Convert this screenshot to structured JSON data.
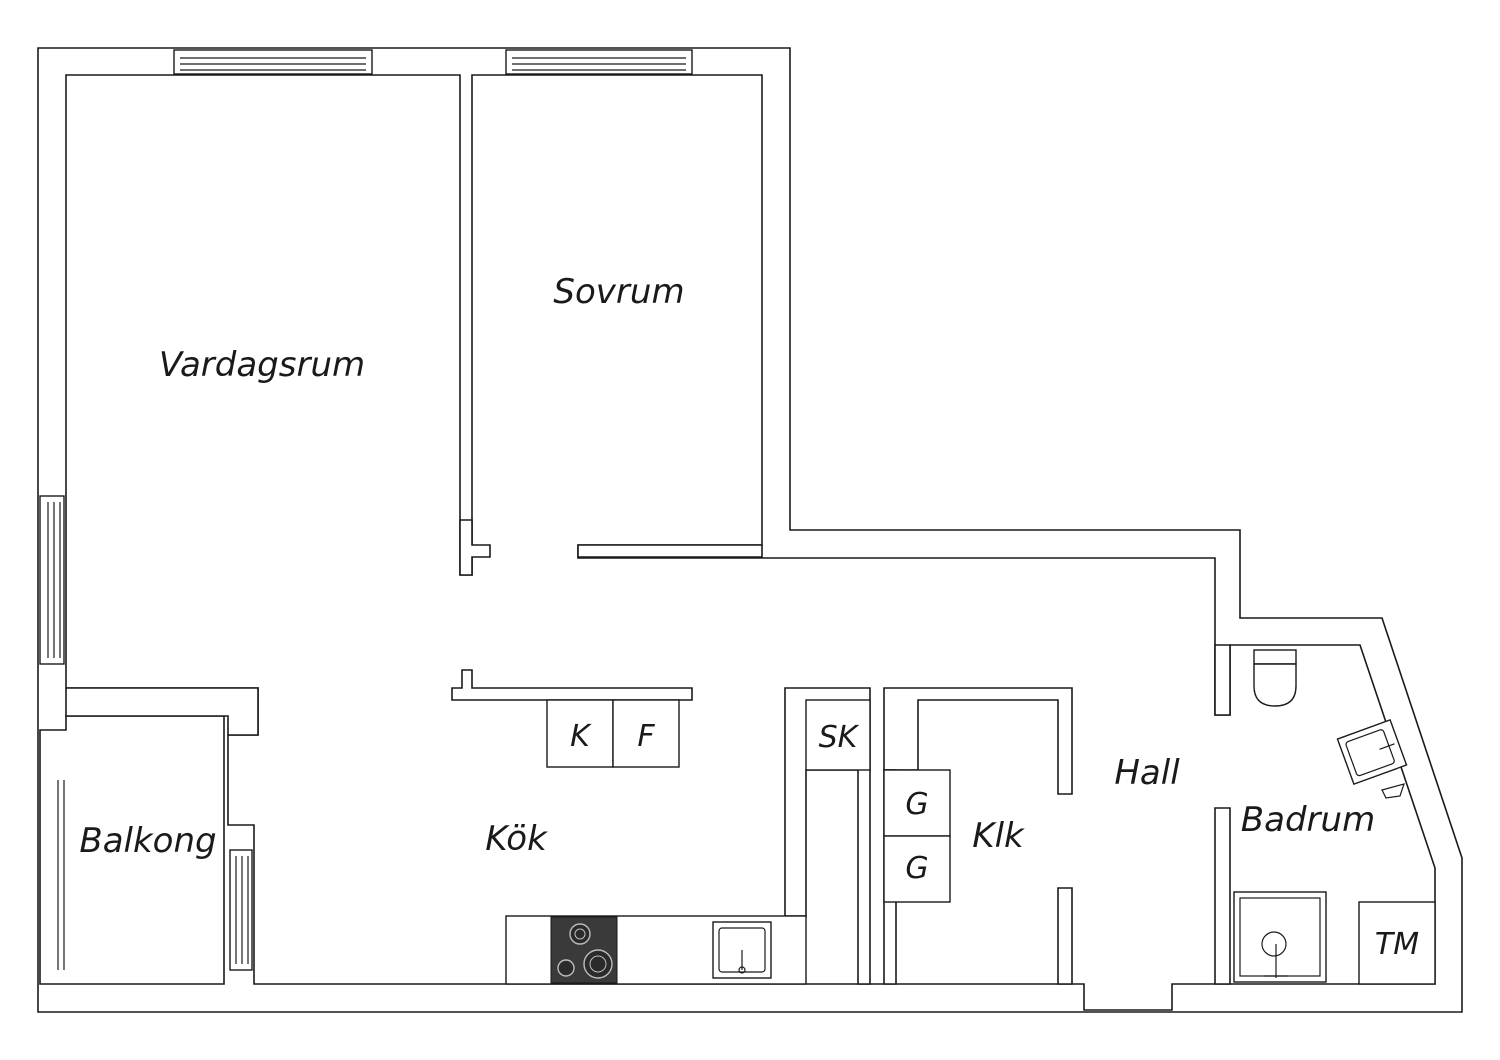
{
  "rooms": {
    "vardagsrum": "Vardagsrum",
    "sovrum": "Sovrum",
    "balkong": "Balkong",
    "kok": "Kök",
    "klk": "Klk",
    "hall": "Hall",
    "badrum": "Badrum"
  },
  "units": {
    "kyl": "K",
    "frys": "F",
    "skap": "SK",
    "garderob_1": "G",
    "garderob_2": "G",
    "tvattmaskin": "TM"
  },
  "colors": {
    "line": "#1a1a1a",
    "background": "#ffffff",
    "stove": "#3a3a3a"
  },
  "icons": [
    "window-icon",
    "toilet-icon",
    "sink-icon",
    "stove-icon",
    "shower-icon",
    "balcony-door-icon"
  ]
}
